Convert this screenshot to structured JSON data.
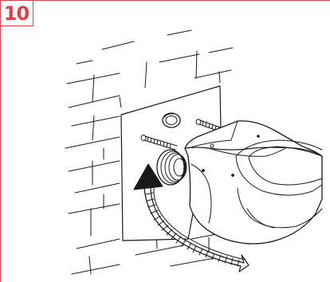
{
  "step": {
    "number": "10"
  },
  "colors": {
    "accent": "#d8424a",
    "line": "#1a1a1a",
    "fill": "#ffffff"
  },
  "illustration": {
    "icons": [
      "brick-wall",
      "mounting-plate",
      "flush-pipe-connector",
      "threaded-stud-left",
      "threaded-stud-right",
      "wall-hung-toilet",
      "curved-push-arrow"
    ]
  }
}
